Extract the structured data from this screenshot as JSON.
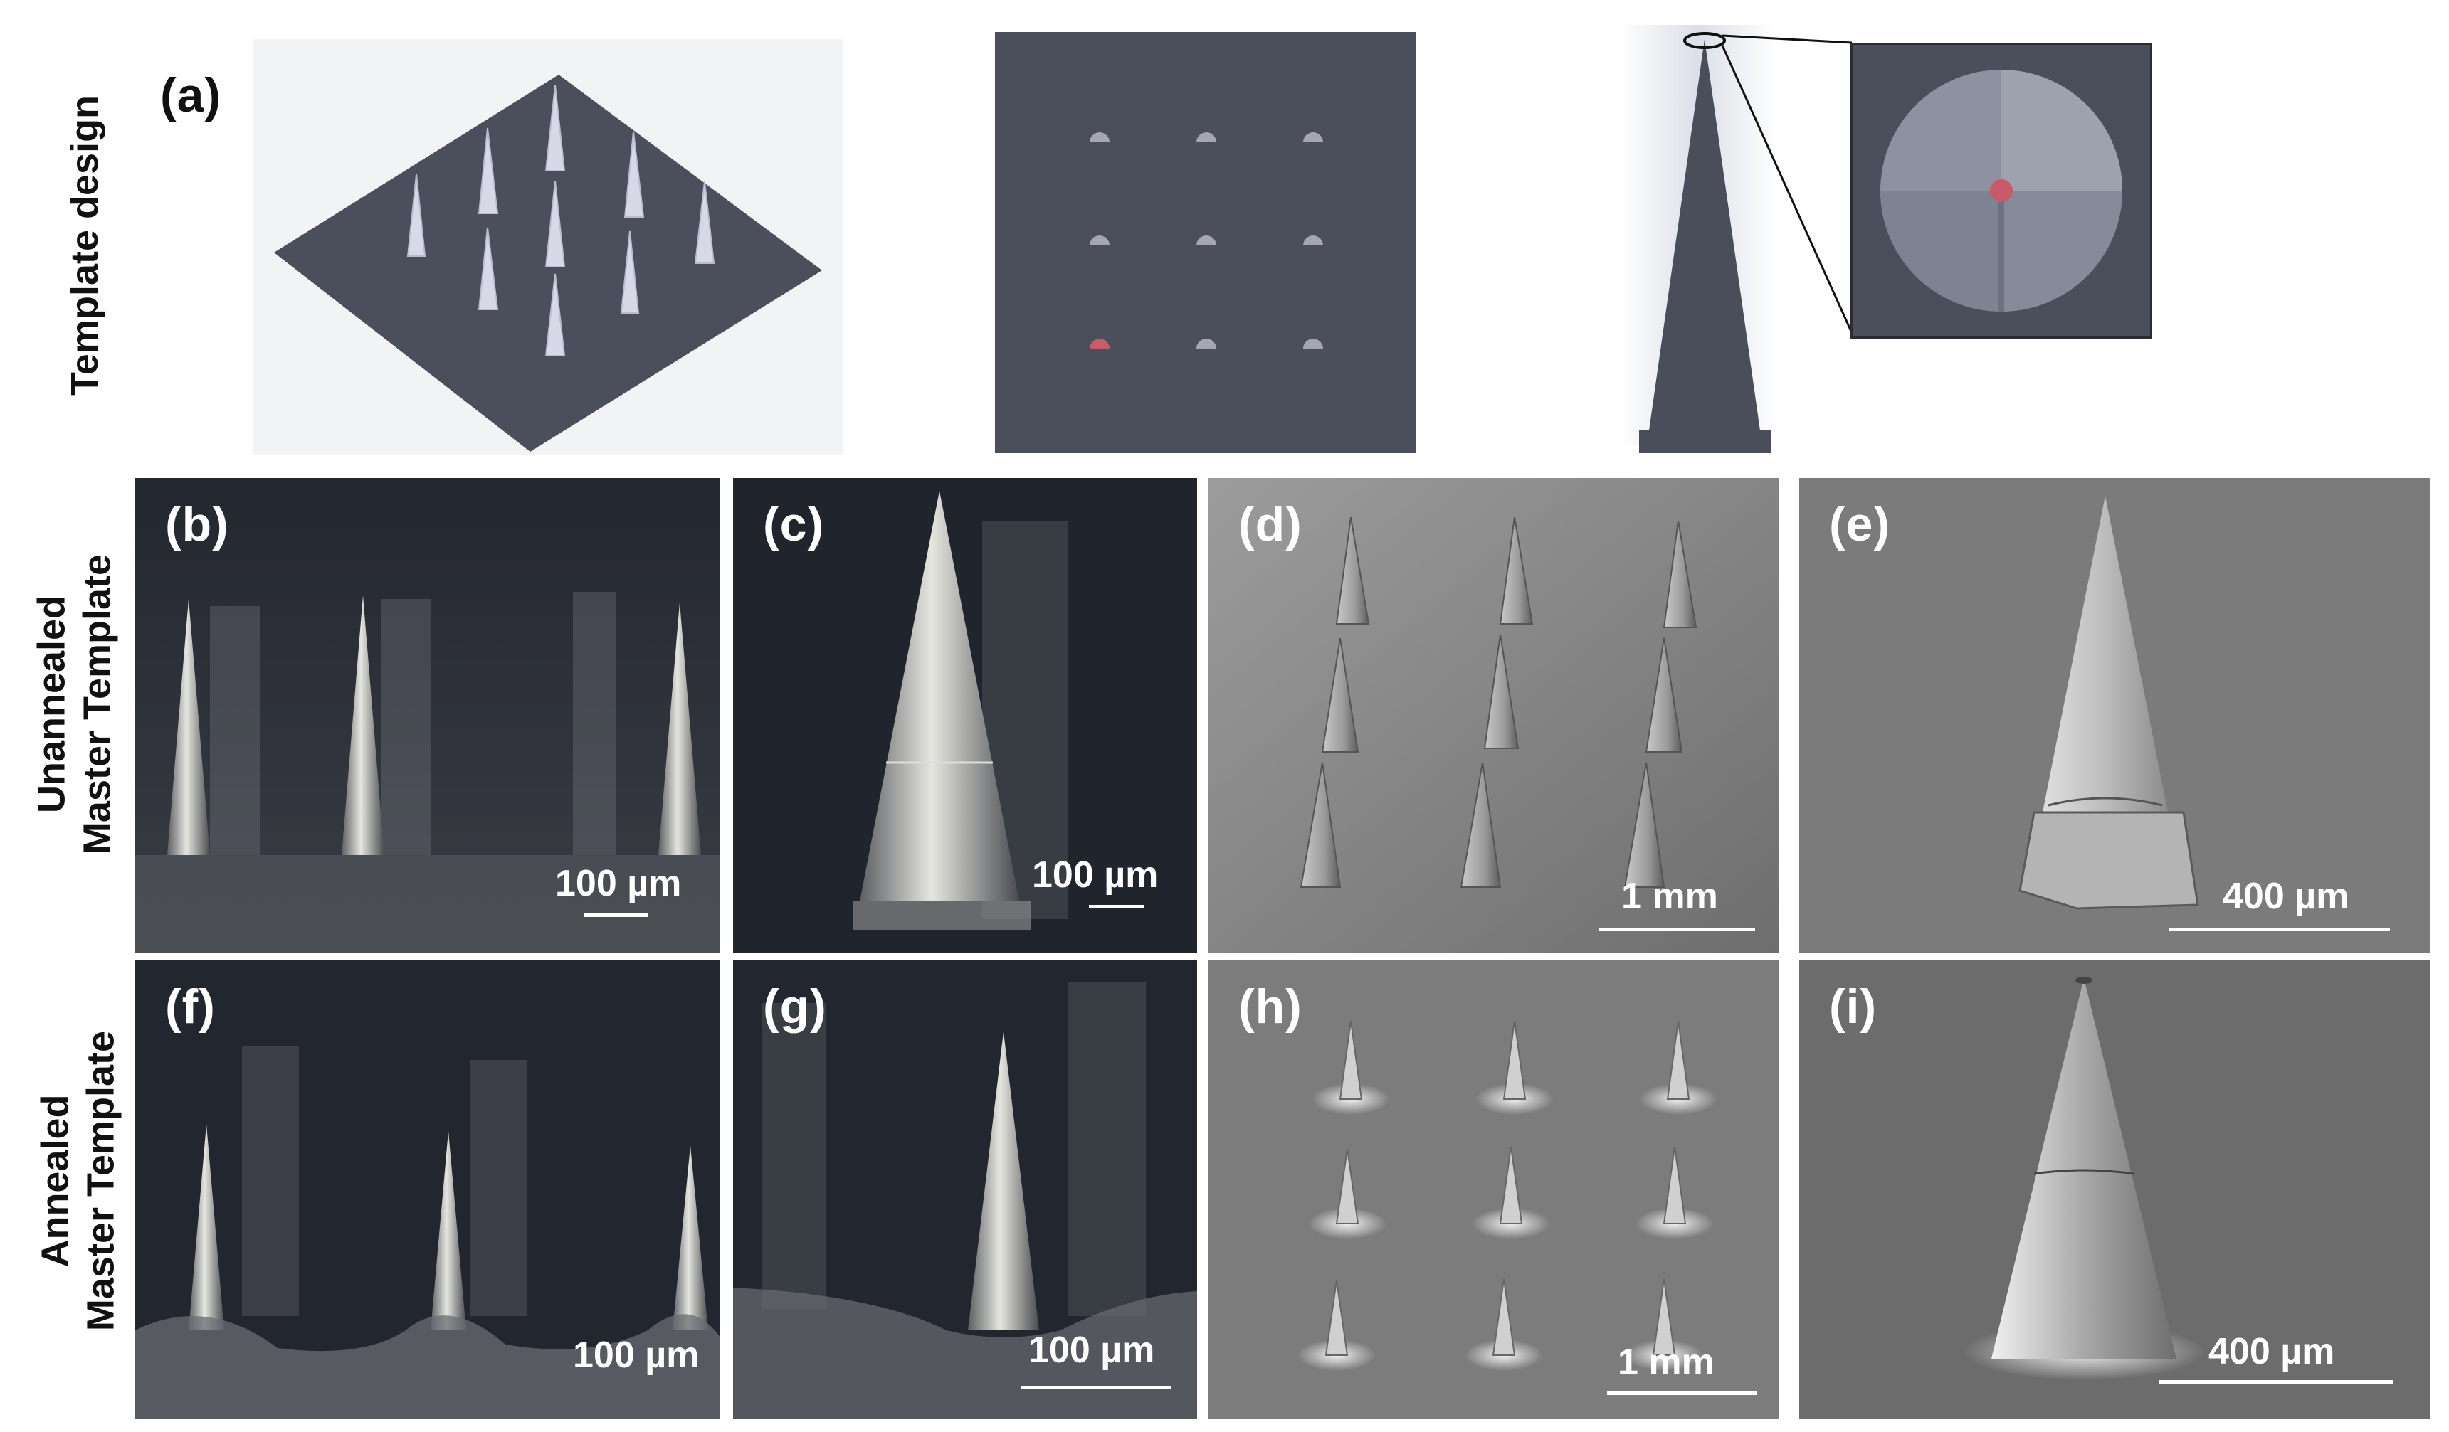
{
  "figure": {
    "rows": [
      {
        "label": "Template design",
        "lines": [
          "Template design"
        ]
      },
      {
        "label": "Unannealed Master Template",
        "lines": [
          "Unannealed",
          "Master Template"
        ]
      },
      {
        "label": "Annealed Master Template",
        "lines": [
          "Annealed",
          "Master Template"
        ]
      }
    ],
    "panels": {
      "a": {
        "label": "(a)"
      },
      "b": {
        "label": "(b)",
        "scale": "100 µm"
      },
      "c": {
        "label": "(c)",
        "scale": "100 µm"
      },
      "d": {
        "label": "(d)",
        "scale": "1 mm"
      },
      "e": {
        "label": "(e)",
        "scale": "400 µm"
      },
      "f": {
        "label": "(f)",
        "scale": "100 µm"
      },
      "g": {
        "label": "(g)",
        "scale": "100 µm"
      },
      "h": {
        "label": "(h)",
        "scale": "1 mm"
      },
      "i": {
        "label": "(i)",
        "scale": "400 µm"
      }
    },
    "colors": {
      "cad_plate": "#4b4e5b",
      "cad_needle": "#d6d9e6",
      "optical_bg": "#1c2028",
      "sem_bg": "#8a8a8a",
      "highlight": "#c85a6a"
    }
  }
}
